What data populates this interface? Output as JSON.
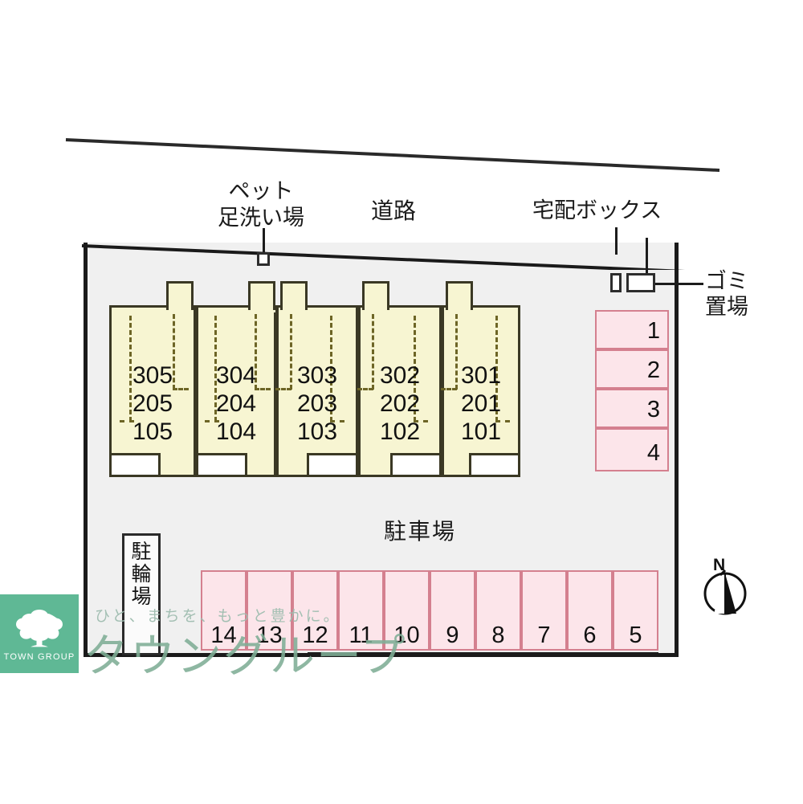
{
  "site": {
    "road_label": "道路",
    "pet_wash_label": "ペット\n足洗い場",
    "delivery_box_label": "宅配ボックス",
    "garbage_label": "ゴミ\n置場",
    "parking_label": "駐車場",
    "bicycle_parking_chars": [
      "駐",
      "輪",
      "場"
    ],
    "compass_label": "N"
  },
  "colors": {
    "building_fill": "#f7f5d2",
    "building_stroke": "#3a3824",
    "stall_fill": "#fce5ea",
    "stall_stroke": "#d4808f",
    "site_fill": "#f0f0f0",
    "boundary_stroke": "#1a1a1a",
    "logo_green": "#5fb895",
    "watermark_green": "#7fae96"
  },
  "building": {
    "units": [
      {
        "name": "unit-305",
        "rooms": [
          "305",
          "205",
          "105"
        ]
      },
      {
        "name": "unit-304",
        "rooms": [
          "304",
          "204",
          "104"
        ]
      },
      {
        "name": "unit-303",
        "rooms": [
          "303",
          "203",
          "103"
        ]
      },
      {
        "name": "unit-302",
        "rooms": [
          "302",
          "202",
          "102"
        ]
      },
      {
        "name": "unit-301",
        "rooms": [
          "301",
          "201",
          "101"
        ]
      }
    ]
  },
  "parking": {
    "right_column": [
      "1",
      "2",
      "3",
      "4"
    ],
    "bottom_row": [
      "14",
      "13",
      "12",
      "11",
      "10",
      "9",
      "8",
      "7",
      "6",
      "5"
    ]
  },
  "watermark": {
    "tagline": "ひと、まちを、もっと豊かに。",
    "brand": "タウングループ",
    "logo_caption": "TOWN GROUP"
  }
}
